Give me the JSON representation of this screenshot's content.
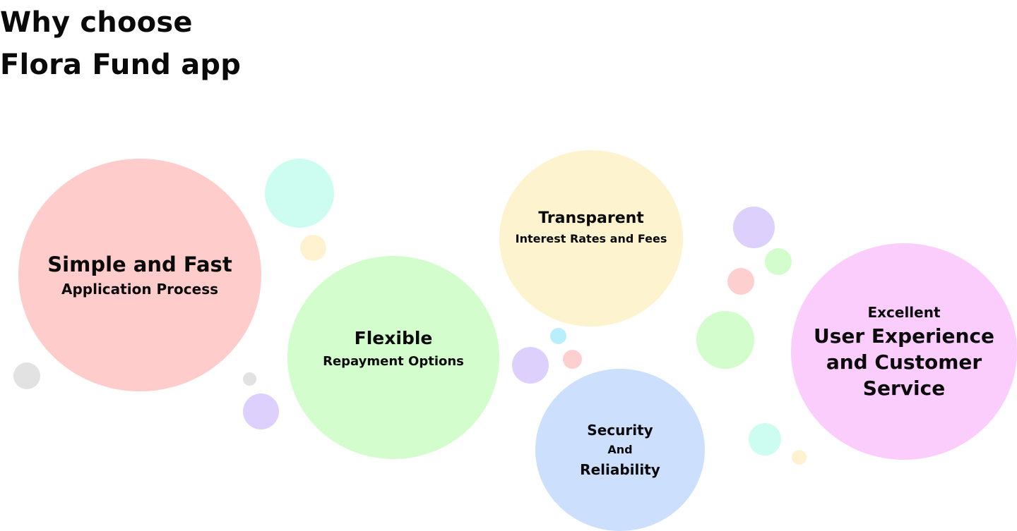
{
  "heading": {
    "line1": "Why choose",
    "line2": "Flora Fund app"
  },
  "features": {
    "simple": {
      "line1": "Simple and Fast",
      "line2": "Application Process",
      "color": "#ffcccc"
    },
    "flexible": {
      "line1": "Flexible",
      "line2": "Repayment Options",
      "color": "#d3fdcc"
    },
    "transparent": {
      "line1": "Transparent",
      "line2": "Interest Rates and Fees",
      "color": "#fef3cf"
    },
    "security": {
      "line1": "Security",
      "line2": "And",
      "line3": "Reliability",
      "color": "#cce0fd"
    },
    "excellent": {
      "line1": "Excellent",
      "line2": "User Experience and Customer Service",
      "color": "#facdfd"
    }
  },
  "colors": {
    "text": "#0a0a0a",
    "background": "#ffffff",
    "bubble_mint": "#ccfdf0",
    "bubble_cream": "#fef2d0",
    "bubble_gray": "#e2e2e2",
    "bubble_lavender": "#ddd0fd",
    "bubble_sky": "#b9eefd",
    "bubble_pink": "#fecfcf",
    "bubble_green": "#d3fdcc"
  }
}
